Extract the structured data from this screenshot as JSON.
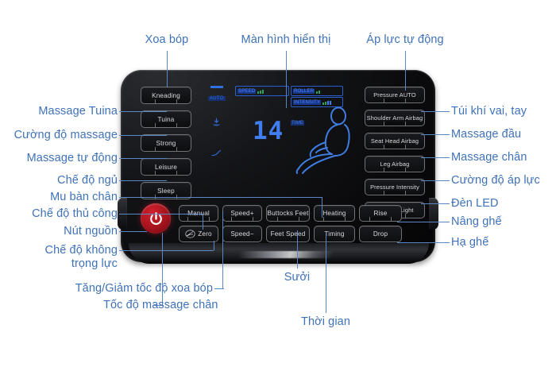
{
  "device": {
    "name": "massage-chair-remote",
    "accent_color": "#3f72b8",
    "power_color": "#c1202c",
    "lcd_color": "#3f7de0"
  },
  "lcd": {
    "auto_label": "AUTO",
    "speed_label": "SPEED",
    "roller_label": "ROLLER",
    "intensity_label": "INTENSITY",
    "timer_value": "14",
    "time_label": "TIME"
  },
  "buttons": {
    "left_column": [
      {
        "id": "kneading",
        "label": "Kneading"
      },
      {
        "id": "tuina",
        "label": "Tuina"
      },
      {
        "id": "strong",
        "label": "Strong"
      },
      {
        "id": "leisure",
        "label": "Leisure"
      },
      {
        "id": "sleep",
        "label": "Sleep"
      }
    ],
    "right_column": [
      {
        "id": "pressure-auto",
        "label": "Pressure AUTO"
      },
      {
        "id": "shoulder-arm-airbag",
        "label": "Shoulder Arm Airbag"
      },
      {
        "id": "seat-head-airbag",
        "label": "Seat Head Airbag"
      },
      {
        "id": "leg-airbag",
        "label": "Leg Airbag"
      },
      {
        "id": "pressure-intensity",
        "label": "Pressure Intensity"
      },
      {
        "id": "ambient-light",
        "label": "Ambient Light"
      }
    ],
    "bottom_row_upper": [
      {
        "id": "manual",
        "label": "Manual"
      },
      {
        "id": "speed-up",
        "label": "Speed+"
      },
      {
        "id": "buttocks-feet",
        "label": "Buttocks Feet"
      },
      {
        "id": "heating",
        "label": "Heating"
      },
      {
        "id": "rise",
        "label": "Rise"
      }
    ],
    "bottom_row_lower": [
      {
        "id": "zero",
        "label": "Zero"
      },
      {
        "id": "speed-down",
        "label": "Speed−"
      },
      {
        "id": "feet-speed",
        "label": "Feet Speed"
      },
      {
        "id": "timing",
        "label": "Timing"
      },
      {
        "id": "drop",
        "label": "Drop"
      }
    ],
    "power": {
      "id": "power",
      "label": ""
    }
  },
  "annotations": {
    "top": [
      {
        "id": "xoa-bop",
        "text": "Xoa bóp"
      },
      {
        "id": "man-hinh-hien-thi",
        "text": "Màn hình hiển thị"
      },
      {
        "id": "ap-luc-tu-dong",
        "text": "Áp lực tự động"
      }
    ],
    "left": [
      {
        "id": "massage-tuina",
        "text": "Massage Tuina"
      },
      {
        "id": "cuong-do-massage",
        "text": "Cường độ massage"
      },
      {
        "id": "massage-tu-dong",
        "text": "Massage tự động"
      },
      {
        "id": "che-do-ngu",
        "text": "Chế độ ngủ"
      },
      {
        "id": "mu-ban-chan",
        "text": "Mu bàn chân"
      },
      {
        "id": "che-do-thu-cong",
        "text": "Chế độ thủ công"
      },
      {
        "id": "nut-nguon",
        "text": "Nút nguồn"
      },
      {
        "id": "che-do-khong-trong-luc-1",
        "text": "Chế độ không"
      },
      {
        "id": "che-do-khong-trong-luc-2",
        "text": "trọng lực"
      }
    ],
    "right": [
      {
        "id": "tui-khi-vai-tay",
        "text": "Túi khí vai, tay"
      },
      {
        "id": "massage-dau",
        "text": "Massage đầu"
      },
      {
        "id": "massage-chan",
        "text": "Massage chân"
      },
      {
        "id": "cuong-do-ap-luc",
        "text": "Cường độ áp lực"
      },
      {
        "id": "den-led",
        "text": "Đèn LED"
      },
      {
        "id": "nang-ghe",
        "text": "Nâng ghế"
      },
      {
        "id": "ha-ghe",
        "text": "Hạ ghế"
      }
    ],
    "bottom": [
      {
        "id": "tang-giam-toc-do-xoa-bop",
        "text": "Tăng/Giảm tốc độ xoa bóp"
      },
      {
        "id": "toc-do-massage-chan",
        "text": "Tốc độ massage chân"
      },
      {
        "id": "suoi",
        "text": "Sưởi"
      },
      {
        "id": "thoi-gian",
        "text": "Thời gian"
      }
    ]
  },
  "icons": {
    "power": "power-icon",
    "zero": "zero-gravity-chair-icon",
    "lcd_person": "reclining-person-icon",
    "lcd_down": "foot-down-icon",
    "lcd_wave": "wave-icon"
  }
}
